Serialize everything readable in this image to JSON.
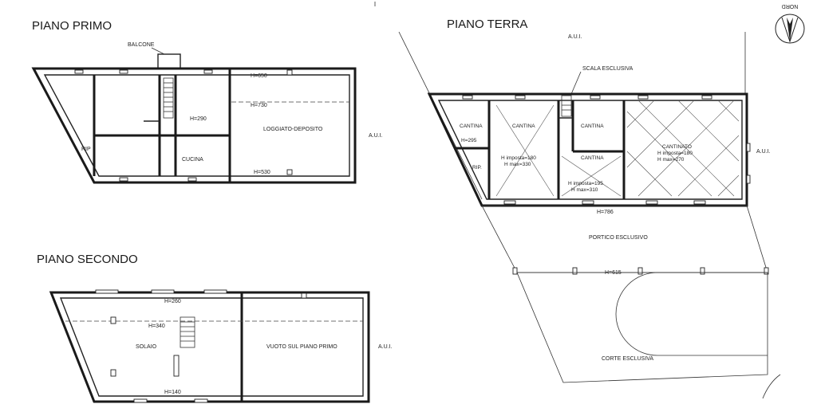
{
  "floors": {
    "primo": {
      "title": "PIANO PRIMO",
      "balcone": "BALCONE",
      "h_650": "H=650",
      "h_730": "H=730",
      "h_290": "H=290",
      "loggiato": "LOGGIATO-DEPOSITO",
      "cucina": "CUCINA",
      "rip": "RIP",
      "h_530": "H=530",
      "aui": "A.U.I."
    },
    "terra": {
      "title": "PIANO TERRA",
      "aui_top": "A.U.I.",
      "scala": "SCALA ESCLUSIVA",
      "cantina_1": "CANTINA",
      "h_295": "H=295",
      "cantina_2": "CANTINA",
      "cantina_3": "CANTINA",
      "cantinato": "CANTINATO",
      "h_imposta_180b": "H imposta=180",
      "h_max_270": "H max=270",
      "h_imposta_180": "H imposta=180",
      "h_max_330": "H max=330",
      "cantina_4": "CANTINA",
      "h_imposta_195": "H imposta=195",
      "h_max_310": "H max=310",
      "rip": "RIP.",
      "aui_right": "A.U.I.",
      "h_786": "H=786",
      "portico": "PORTICO ESCLUSIVO",
      "h_615": "H=615",
      "corte": "CORTE ESCLUSIVA"
    },
    "secondo": {
      "title": "PIANO SECONDO",
      "h_260": "H=260",
      "h_340": "H=340",
      "solaio": "SOLAIO",
      "vuoto": "VUOTO SUL PIANO PRIMO",
      "h_140": "H=140",
      "aui": "A.U.I."
    }
  },
  "compass": {
    "label": "NORD",
    "icon": "north-arrow-icon"
  }
}
